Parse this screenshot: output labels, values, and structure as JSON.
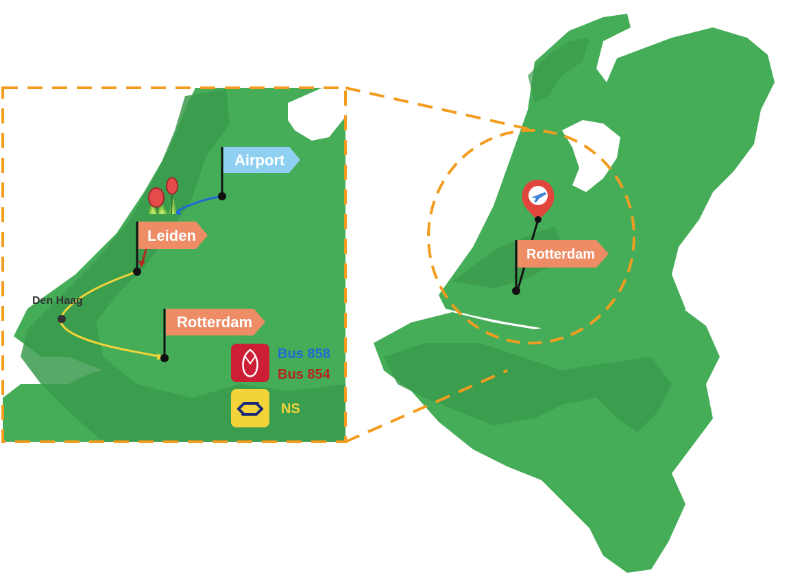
{
  "colors": {
    "land": "#45ad58",
    "land_dark": "#3a9a4c",
    "highlight": "#f39c1f",
    "flag_salmon": "#ee8c66",
    "flag_blue": "#8fd0f2",
    "bus858": "#1f6ad8",
    "bus854": "#b3261e",
    "ns": "#f3d33a",
    "pin_red": "#e2453b"
  },
  "inset": {
    "labels": {
      "airport": "Airport",
      "leiden": "Leiden",
      "den_haag": "Den Haag",
      "rotterdam": "Rotterdam"
    },
    "legend": {
      "bus858": "Bus 858",
      "bus854": "Bus 854",
      "ns": "NS"
    }
  },
  "main_map": {
    "rotterdam_label": "Rotterdam",
    "airport_pin_icon": "airplane-icon"
  }
}
